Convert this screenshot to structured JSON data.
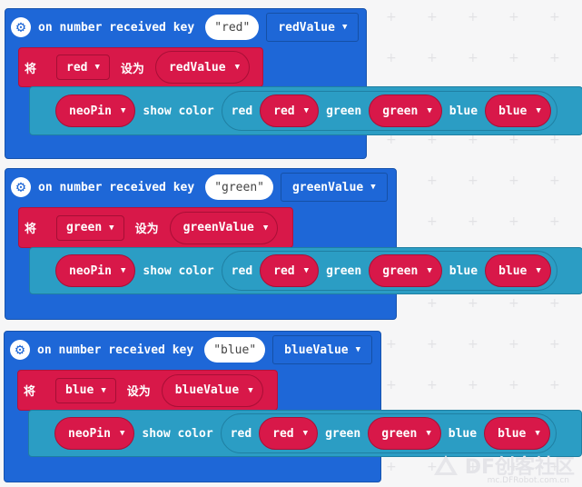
{
  "handlers": [
    {
      "header": "on number received key",
      "key_string": "\"red\"",
      "value_var": "redValue",
      "set": {
        "keyword": "将",
        "var": "red",
        "to_label": "设为",
        "value": "redValue"
      },
      "show": {
        "pin": "neoPin",
        "show_label": "show color",
        "red_label": "red",
        "red_val": "red",
        "green_label": "green",
        "green_val": "green",
        "blue_label": "blue",
        "blue_val": "blue"
      }
    },
    {
      "header": "on number received key",
      "key_string": "\"green\"",
      "value_var": "greenValue",
      "set": {
        "keyword": "将",
        "var": "green",
        "to_label": "设为",
        "value": "greenValue"
      },
      "show": {
        "pin": "neoPin",
        "show_label": "show color",
        "red_label": "red",
        "red_val": "red",
        "green_label": "green",
        "green_val": "green",
        "blue_label": "blue",
        "blue_val": "blue"
      }
    },
    {
      "header": "on number received key",
      "key_string": "\"blue\"",
      "value_var": "blueValue",
      "set": {
        "keyword": "将",
        "var": "blue",
        "to_label": "设为",
        "value": "blueValue"
      },
      "show": {
        "pin": "neoPin",
        "show_label": "show color",
        "red_label": "red",
        "red_val": "red",
        "green_label": "green",
        "green_val": "green",
        "blue_label": "blue",
        "blue_val": "blue"
      }
    }
  ],
  "colors": {
    "event_blue": "#1e67d7",
    "variable_red": "#d81849",
    "neopixel_cyan": "#2b9dc4",
    "background": "#f6f6f7"
  },
  "watermark": {
    "text": "DF创客社区",
    "sub": "mc.DFRobot.com.cn"
  },
  "icons": {
    "gear": "gear-icon",
    "dropdown": "caret-down-icon"
  }
}
